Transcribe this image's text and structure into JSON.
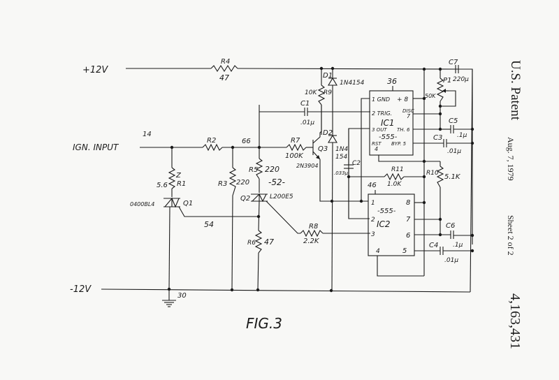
{
  "header": {
    "patent_office": "U.S. Patent",
    "date": "Aug. 7, 1979",
    "sheet": "Sheet 2 of 2",
    "patent_number": "4,163,431"
  },
  "figure": {
    "caption": "FIG.3",
    "rails": {
      "positive": "+12V",
      "negative": "-12V",
      "ground_ref": "30"
    },
    "input": {
      "label": "IGN. INPUT",
      "ref": "14"
    },
    "nodes": {
      "n66": "66",
      "n54": "54",
      "module52": "-52-"
    },
    "resistors": {
      "R1": {
        "name": "R1",
        "value": "5.6",
        "tag": "Z"
      },
      "R2": {
        "name": "R2"
      },
      "R3": {
        "name": "R3",
        "value": "220"
      },
      "R4": {
        "name": "R4",
        "value": "47"
      },
      "R5": {
        "name": "R5",
        "value": "220"
      },
      "R6": {
        "name": "R6",
        "value": "47"
      },
      "R7": {
        "name": "R7",
        "value": "100K"
      },
      "R8": {
        "name": "R8",
        "value": "2.2K"
      },
      "R9": {
        "name": "R9",
        "value": "10K"
      },
      "R10": {
        "name": "R10",
        "value": "5.1K"
      },
      "R11": {
        "name": "R11",
        "value": "1.0K"
      },
      "P1": {
        "name": "P1",
        "value": "50K"
      }
    },
    "capacitors": {
      "C1": {
        "name": "C1",
        "value": ".01µ"
      },
      "C2": {
        "name": "C2",
        "value": ".033µ"
      },
      "C3": {
        "name": "C3",
        "value": ".01µ"
      },
      "C4": {
        "name": "C4",
        "value": ".01µ"
      },
      "C5": {
        "name": "C5",
        "value": ".1µ"
      },
      "C6": {
        "name": "C6",
        "value": ".1µ"
      },
      "C7": {
        "name": "C7",
        "value": "220µ"
      }
    },
    "semis": {
      "D1": {
        "name": "D1",
        "value": "1N4154"
      },
      "D2": {
        "name": "D2",
        "value_a": "1N4",
        "value_b": "154"
      },
      "Q1": {
        "name": "Q1",
        "value": "0400BL4"
      },
      "Q2": {
        "name": "Q2",
        "value": "L200E5"
      },
      "Q3": {
        "name": "Q3",
        "value": "2N3904"
      }
    },
    "ic1": {
      "ref": "36",
      "name": "IC1",
      "type": "-555-",
      "pins": {
        "p1": "1 GND",
        "p8": "+ 8",
        "p2": "2 TRIG.",
        "p7a": "DISC",
        "p7b": "7",
        "p3": "3 OUT",
        "p6": "TH. 6",
        "p4a": "RST",
        "p4b": "4",
        "p5": "BYP. 5"
      }
    },
    "ic2": {
      "ref": "46",
      "name": "IC2",
      "type": "-555-",
      "pins": {
        "p1": "1",
        "p2": "2",
        "p3": "3",
        "p4": "4",
        "p5": "5",
        "p6": "6",
        "p7": "7",
        "p8": "8"
      }
    }
  }
}
